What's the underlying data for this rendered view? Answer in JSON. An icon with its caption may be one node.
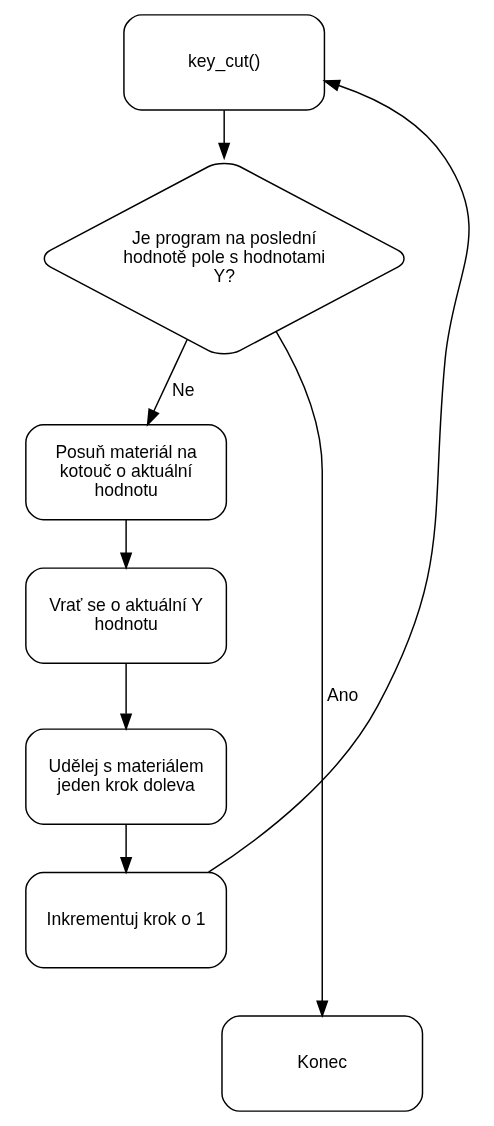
{
  "diagram": {
    "nodes": [
      {
        "text": [
          "key_cut()"
        ]
      },
      {
        "text": [
          "Je program na poslední hodnotě pole s hodnotami Y?"
        ]
      },
      {
        "text": [
          "Posuň materiál na kotouč o aktuální hodnotu"
        ]
      },
      {
        "text": [
          "Vrať se o aktuální Y hodnotu"
        ]
      },
      {
        "text": [
          "Udělej s materiálem jeden krok doleva"
        ]
      },
      {
        "text": [
          "Inkrementuj krok o 1"
        ]
      },
      {
        "text": [
          "Konec"
        ]
      }
    ],
    "edges": [
      {
        "from": 0,
        "to": 1,
        "arrow": "to"
      },
      {
        "from": 1,
        "to": 6,
        "arrow": "to",
        "label": "Ano"
      },
      {
        "from": 1,
        "to": 2,
        "arrow": "to",
        "label": "Ne"
      },
      {
        "from": 2,
        "to": 3,
        "arrow": "to"
      },
      {
        "from": 3,
        "to": 4,
        "arrow": "to"
      },
      {
        "from": 4,
        "to": 5,
        "arrow": "to"
      },
      {
        "from": 5,
        "to": 0,
        "arrow": "to"
      }
    ]
  }
}
